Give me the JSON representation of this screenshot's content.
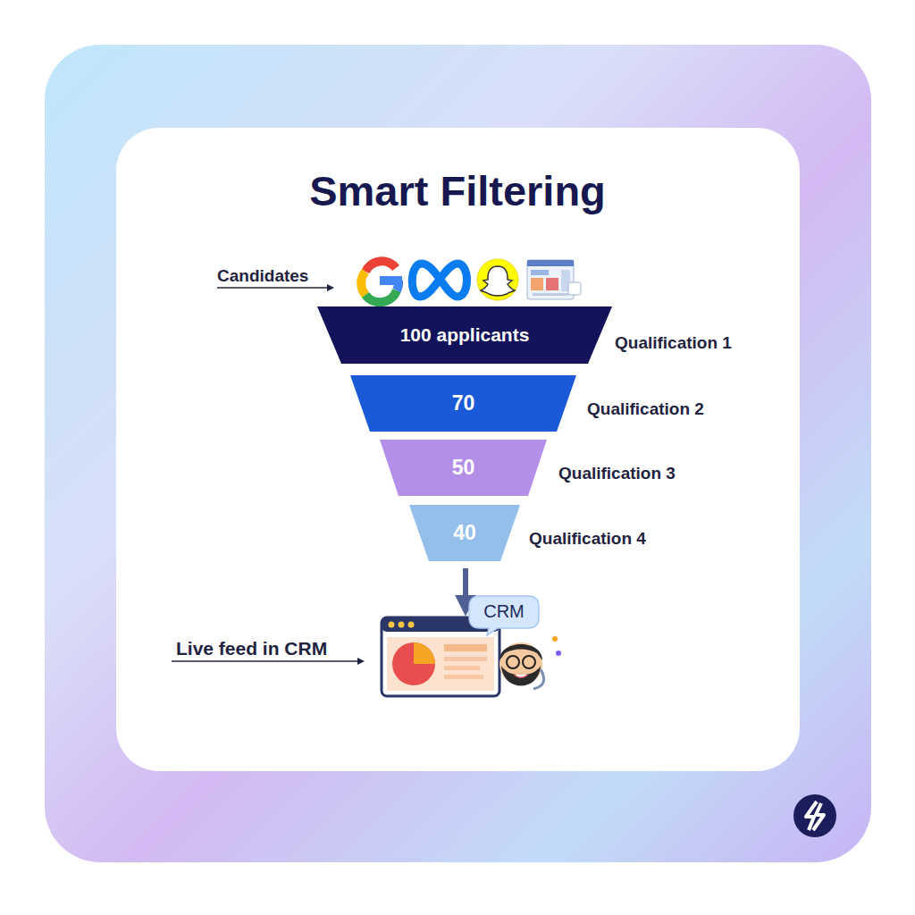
{
  "diagram": {
    "title": "Smart Filtering",
    "nodes": [
      {
        "text": [
          "100 applicants",
          "Qualification 1"
        ]
      },
      {
        "text": [
          "70",
          "Qualification 2"
        ]
      },
      {
        "text": [
          "50",
          "Qualification 3"
        ]
      },
      {
        "text": [
          "40",
          "Qualification 4"
        ]
      },
      {
        "text": [
          "CRM"
        ]
      }
    ],
    "edges": [
      {
        "from": 3,
        "to": 4,
        "arrow": "to"
      }
    ],
    "labels": [
      "Candidates",
      "Live feed in CRM"
    ]
  }
}
